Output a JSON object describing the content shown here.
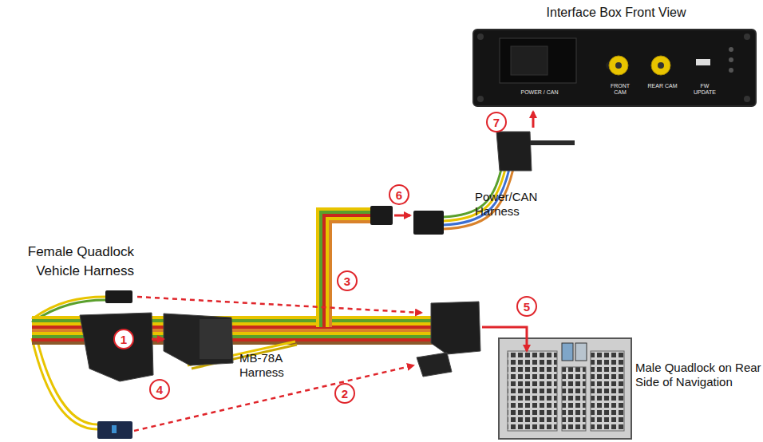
{
  "diagram": {
    "nodes": [
      {
        "text": [
          "Interface Box Front View",
          "POWER / CAN",
          "FRONT CAM",
          "REAR CAM",
          "FW UPDATE"
        ]
      }
    ],
    "labels": [
      "Female Quadlock Vehicle Harness",
      "MB-78A Harness",
      "Power/CAN Harness",
      "Male Quadlock on Rear Side of Navigation",
      "1",
      "2",
      "3",
      "4",
      "5",
      "6",
      "7"
    ]
  }
}
